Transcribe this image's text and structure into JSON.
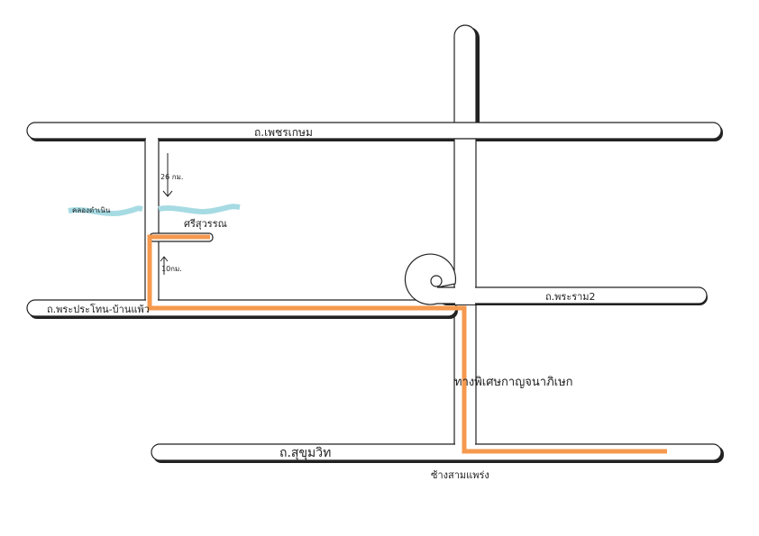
{
  "map": {
    "roads": {
      "phetkasem": "ถ.เพชรเกษม",
      "phrapradaeng": "ถ.พระประโทน-บ้านแพ้ว",
      "rama2": "ถ.พระราม2",
      "sukhumvit": "ถ.สุขุมวิท"
    },
    "canal": "คลองดำเนิน",
    "landmark": "ศรีสุวรรณ",
    "distance_top": "26 กม.",
    "distance_bottom": "10กม.",
    "bypass": "ทางพิเศษกาญจนาภิเษก",
    "junction": "ซ้างสามแพร่ง",
    "colors": {
      "route": "#f5994e",
      "canal": "#a6dbe3",
      "road_outline": "#222222",
      "road_fill": "#ffffff"
    }
  }
}
